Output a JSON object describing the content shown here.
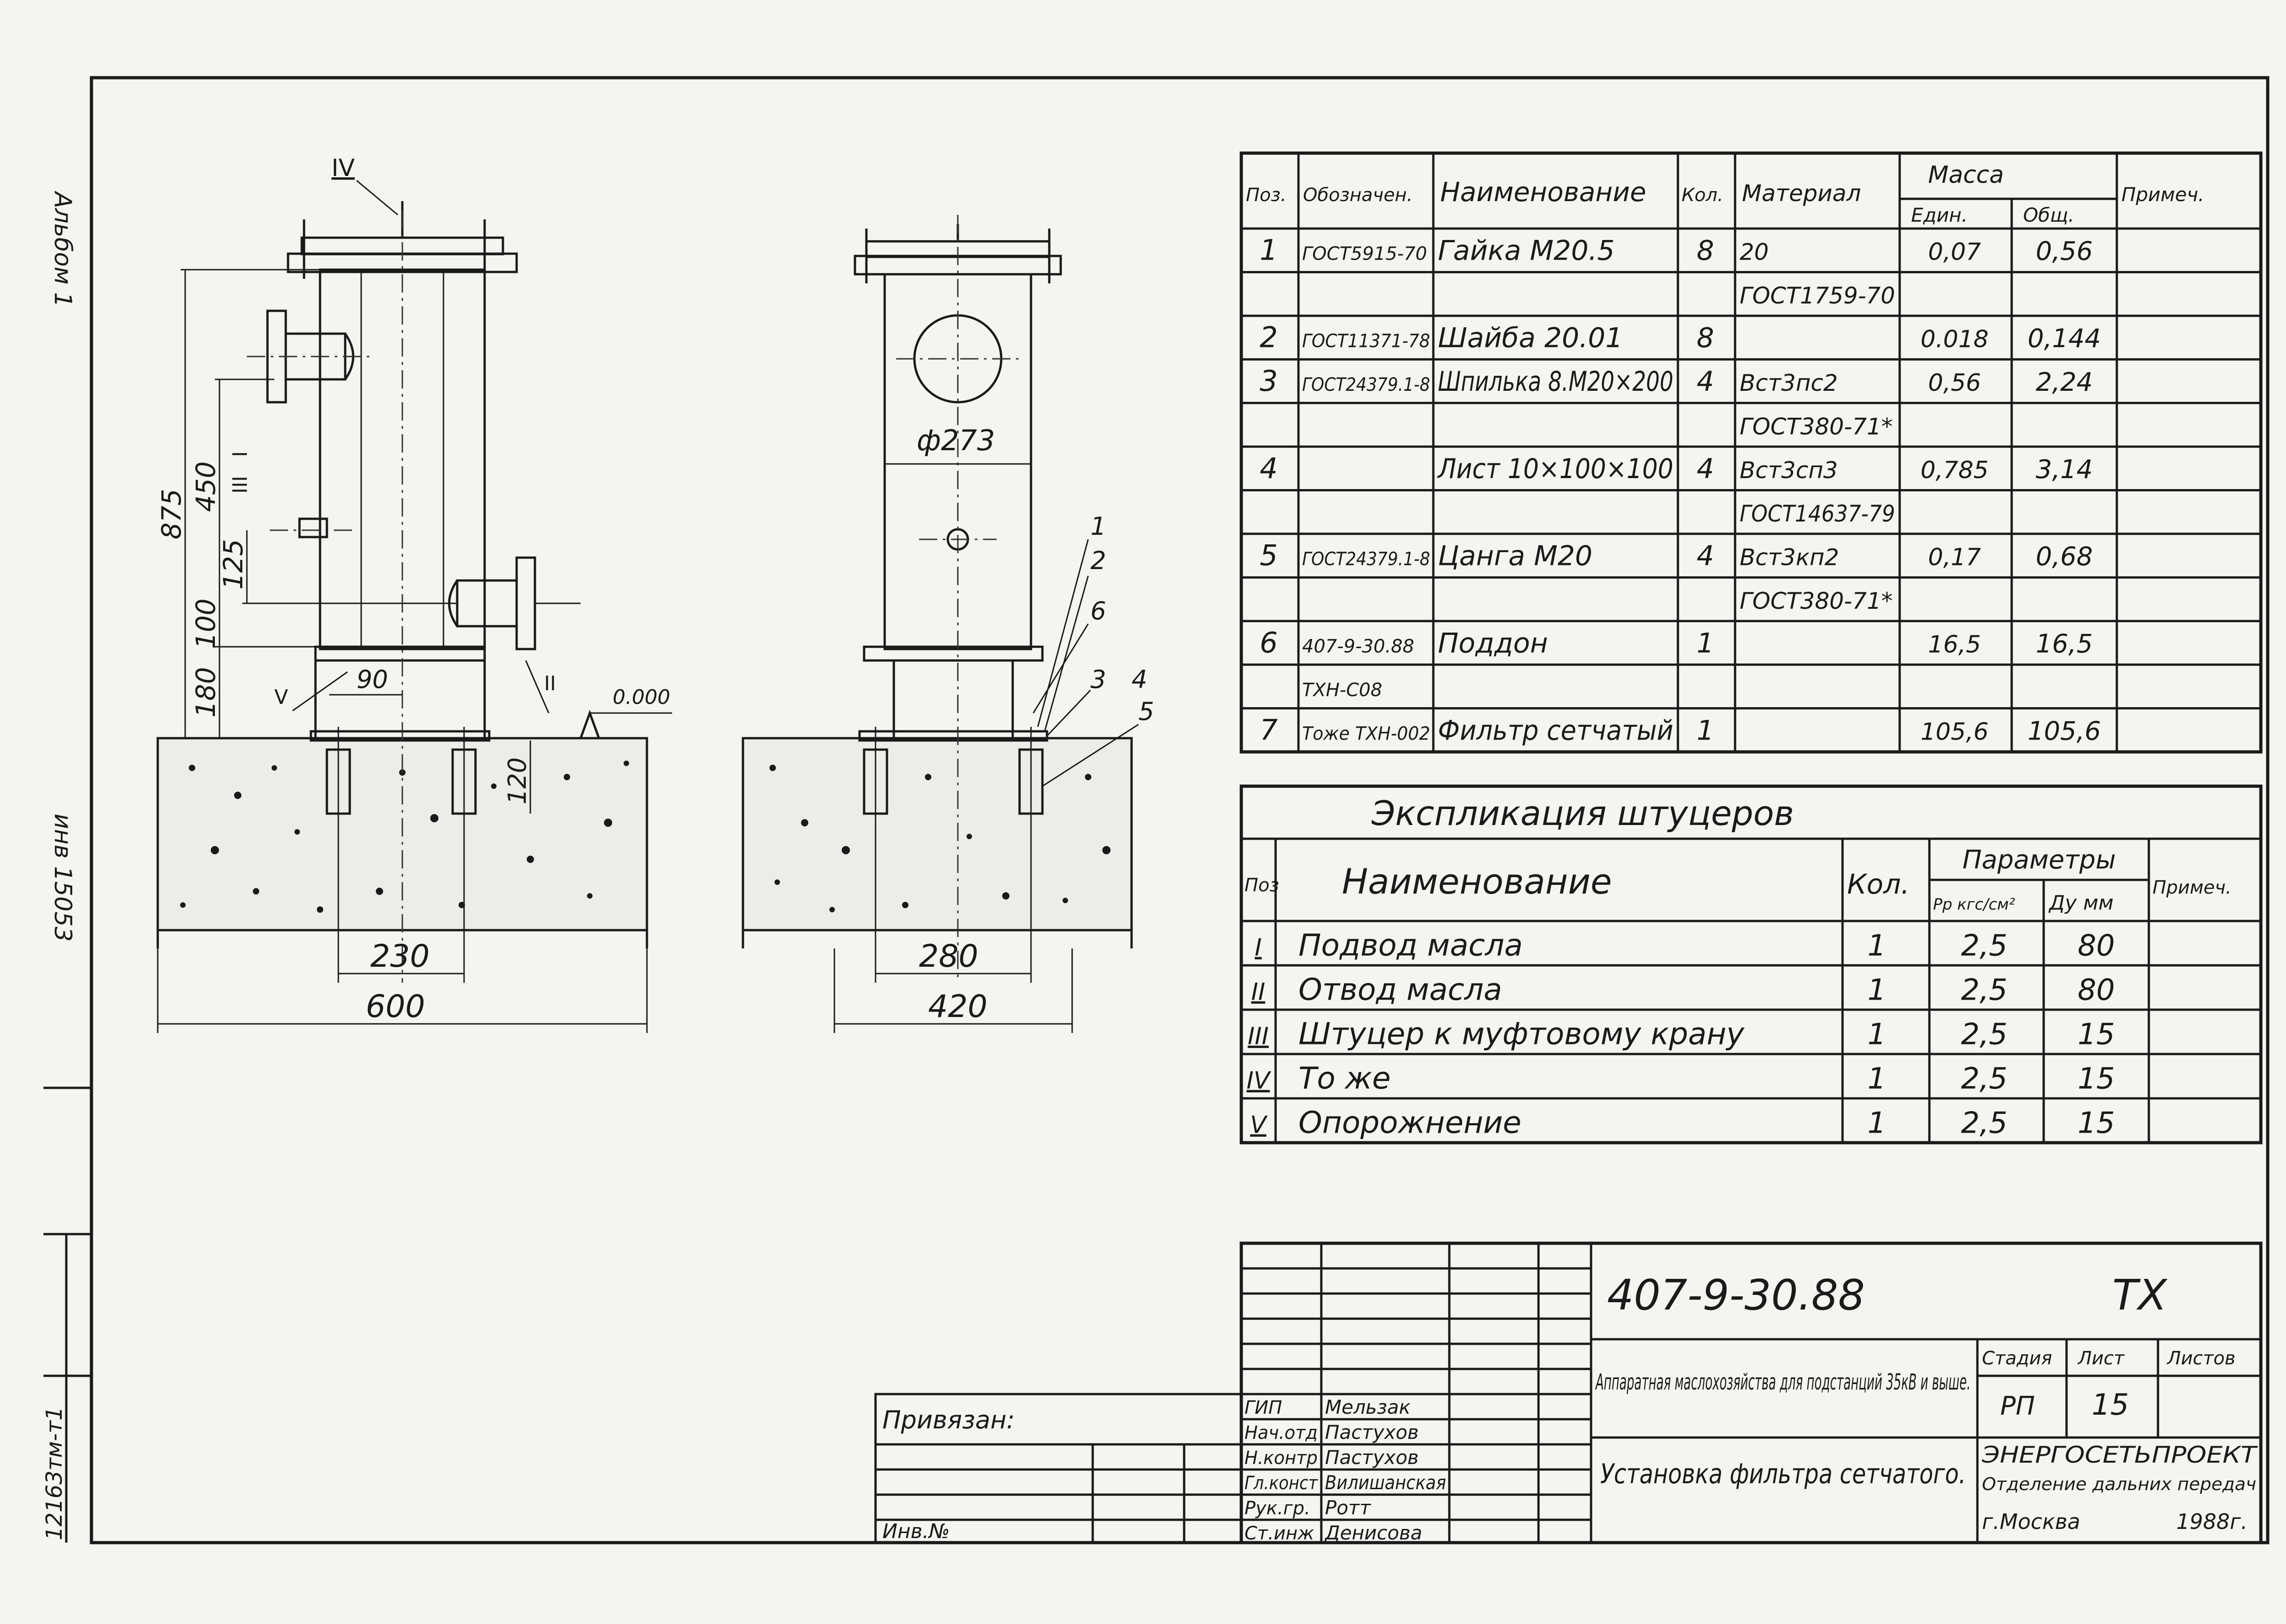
{
  "side_notes": {
    "top": "Альбом 1",
    "middle": "инв 15053",
    "bottom": "12163тм-т1"
  },
  "drawing": {
    "left_view": {
      "section_labels": [
        "IV",
        "I",
        "III",
        "II",
        "V"
      ],
      "dimensions": {
        "h875": "875",
        "h450": "450",
        "h125": "125",
        "h100": "100",
        "h180": "180",
        "w90": "90",
        "h120": "120",
        "w230": "230",
        "w600": "600"
      },
      "level": "0.000"
    },
    "right_view": {
      "diameter": "ф273",
      "callouts": [
        "1",
        "2",
        "6",
        "3",
        "4",
        "5"
      ],
      "dimensions": {
        "w280": "280",
        "w420": "420"
      }
    }
  },
  "spec_table": {
    "headers": {
      "pos": "Поз.",
      "designation": "Обозначен.",
      "name": "Наименование",
      "qty": "Кол.",
      "material": "Материал",
      "mass": "Масса",
      "mass_unit": "Един.",
      "mass_total": "Общ.",
      "note": "Примеч."
    },
    "rows": [
      {
        "pos": "1",
        "designation": "ГОСТ5915-70",
        "name": "Гайка М20.5",
        "qty": "8",
        "material": "20",
        "unit": "0,07",
        "total": "0,56"
      },
      {
        "pos": "",
        "designation": "",
        "name": "",
        "qty": "",
        "material": "ГОСТ1759-70",
        "unit": "",
        "total": ""
      },
      {
        "pos": "2",
        "designation": "ГОСТ11371-78",
        "name": "Шайба 20.01",
        "qty": "8",
        "material": "",
        "unit": "0.018",
        "total": "0,144"
      },
      {
        "pos": "3",
        "designation": "ГОСТ24379.1-8",
        "name": "Шпилька 8.М20×200",
        "qty": "4",
        "material": "Вст3пс2",
        "unit": "0,56",
        "total": "2,24"
      },
      {
        "pos": "",
        "designation": "",
        "name": "",
        "qty": "",
        "material": "ГОСТ380-71*",
        "unit": "",
        "total": ""
      },
      {
        "pos": "4",
        "designation": "",
        "name": "Лист 10×100×100",
        "qty": "4",
        "material": "Вст3сп3",
        "unit": "0,785",
        "total": "3,14"
      },
      {
        "pos": "",
        "designation": "",
        "name": "",
        "qty": "",
        "material": "ГОСТ14637-79",
        "unit": "",
        "total": ""
      },
      {
        "pos": "5",
        "designation": "ГОСТ24379.1-8",
        "name": "Цанга М20",
        "qty": "4",
        "material": "Вст3кп2",
        "unit": "0,17",
        "total": "0,68"
      },
      {
        "pos": "",
        "designation": "",
        "name": "",
        "qty": "",
        "material": "ГОСТ380-71*",
        "unit": "",
        "total": ""
      },
      {
        "pos": "6",
        "designation": "407-9-30.88",
        "name": "Поддон",
        "qty": "1",
        "material": "",
        "unit": "16,5",
        "total": "16,5"
      },
      {
        "pos": "",
        "designation": "ТХН-С08",
        "name": "",
        "qty": "",
        "material": "",
        "unit": "",
        "total": ""
      },
      {
        "pos": "7",
        "designation": "Тоже ТХН-002",
        "name": "Фильтр сетчатый",
        "qty": "1",
        "material": "",
        "unit": "105,6",
        "total": "105,6"
      }
    ]
  },
  "nozzle_table": {
    "title": "Экспликация штуцеров",
    "headers": {
      "pos": "Поз",
      "name": "Наименование",
      "qty": "Кол.",
      "params": "Параметры",
      "pressure": "Рр кгс/см²",
      "du": "Ду мм",
      "note": "Примеч."
    },
    "rows": [
      {
        "pos": "I",
        "name": "Подвод масла",
        "qty": "1",
        "pressure": "2,5",
        "du": "80"
      },
      {
        "pos": "II",
        "name": "Отвод масла",
        "qty": "1",
        "pressure": "2,5",
        "du": "80"
      },
      {
        "pos": "III",
        "name": "Штуцер к муфтовому крану",
        "qty": "1",
        "pressure": "2,5",
        "du": "15"
      },
      {
        "pos": "IV",
        "name": "То же",
        "qty": "1",
        "pressure": "2,5",
        "du": "15"
      },
      {
        "pos": "V",
        "name": "Опорожнение",
        "qty": "1",
        "pressure": "2,5",
        "du": "15"
      }
    ]
  },
  "title_block": {
    "doc_number": "407-9-30.88",
    "section_code": "ТХ",
    "project_title": "Аппаратная маслохозяйства для подстанций 35кВ и выше.",
    "sheet_title": "Установка фильтра сетчатого.",
    "stage_label": "Стадия",
    "sheet_label": "Лист",
    "sheets_label": "Листов",
    "stage": "РП",
    "sheet": "15",
    "company": "ЭНЕРГОСЕТЬПРОЕКТ",
    "department": "Отделение дальних передач",
    "city": "г.Москва",
    "year": "1988г.",
    "bound_label": "Привязан:",
    "inv_label": "Инв.№",
    "staff": [
      {
        "role": "ГИП",
        "name": "Мельзак"
      },
      {
        "role": "Нач.отд",
        "name": "Пастухов"
      },
      {
        "role": "Н.контр",
        "name": "Пастухов"
      },
      {
        "role": "Гл.конст",
        "name": "Вилишанская"
      },
      {
        "role": "Рук.гр.",
        "name": "Ротт"
      },
      {
        "role": "Ст.инж",
        "name": "Денисова"
      }
    ]
  }
}
